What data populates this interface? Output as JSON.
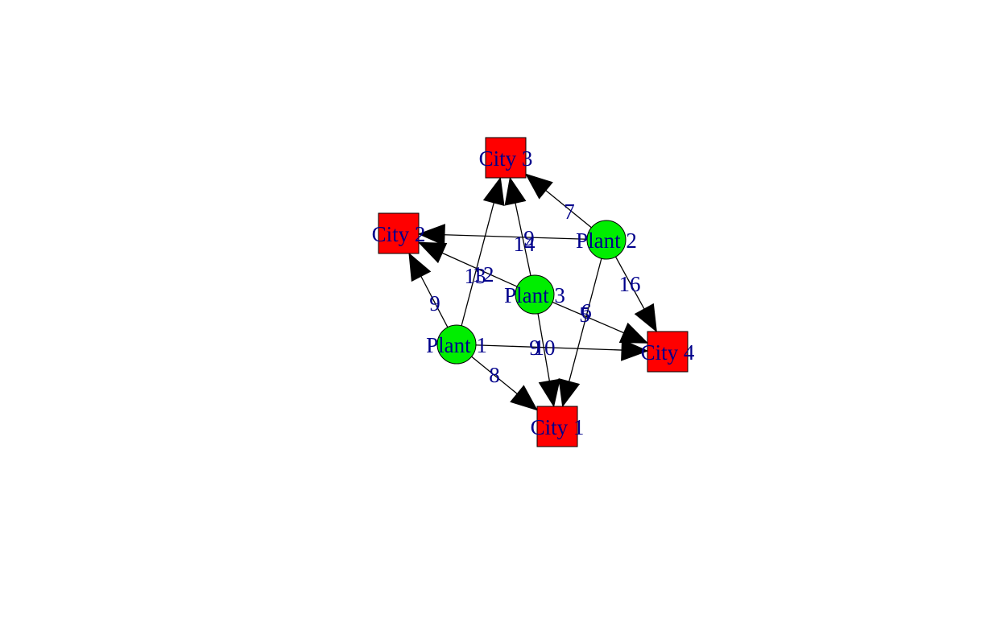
{
  "graph": {
    "nodes": [
      {
        "id": "c1",
        "label": "City 1",
        "kind": "city",
        "color": "#ff0000"
      },
      {
        "id": "c2",
        "label": "City 2",
        "kind": "city",
        "color": "#ff0000"
      },
      {
        "id": "c3",
        "label": "City 3",
        "kind": "city",
        "color": "#ff0000"
      },
      {
        "id": "c4",
        "label": "City 4",
        "kind": "city",
        "color": "#ff0000"
      },
      {
        "id": "p1",
        "label": "Plant 1",
        "kind": "plant",
        "color": "#00ee00"
      },
      {
        "id": "p2",
        "label": "Plant 2",
        "kind": "plant",
        "color": "#00ee00"
      },
      {
        "id": "p3",
        "label": "Plant 3",
        "kind": "plant",
        "color": "#00ee00"
      }
    ],
    "edges": [
      {
        "from": "p1",
        "to": "c1",
        "weight": "8"
      },
      {
        "from": "p1",
        "to": "c2",
        "weight": "9"
      },
      {
        "from": "p1",
        "to": "c3",
        "weight": "13"
      },
      {
        "from": "p1",
        "to": "c4",
        "weight": "9"
      },
      {
        "from": "p2",
        "to": "c1",
        "weight": "6"
      },
      {
        "from": "p2",
        "to": "c2",
        "weight": "14"
      },
      {
        "from": "p2",
        "to": "c3",
        "weight": "7"
      },
      {
        "from": "p2",
        "to": "c4",
        "weight": "16"
      },
      {
        "from": "p3",
        "to": "c1",
        "weight": "10"
      },
      {
        "from": "p3",
        "to": "c2",
        "weight": "12"
      },
      {
        "from": "p3",
        "to": "c3",
        "weight": "9"
      },
      {
        "from": "p3",
        "to": "c4",
        "weight": "5"
      }
    ],
    "edge_color": "#000000",
    "label_color": "#00008b"
  }
}
